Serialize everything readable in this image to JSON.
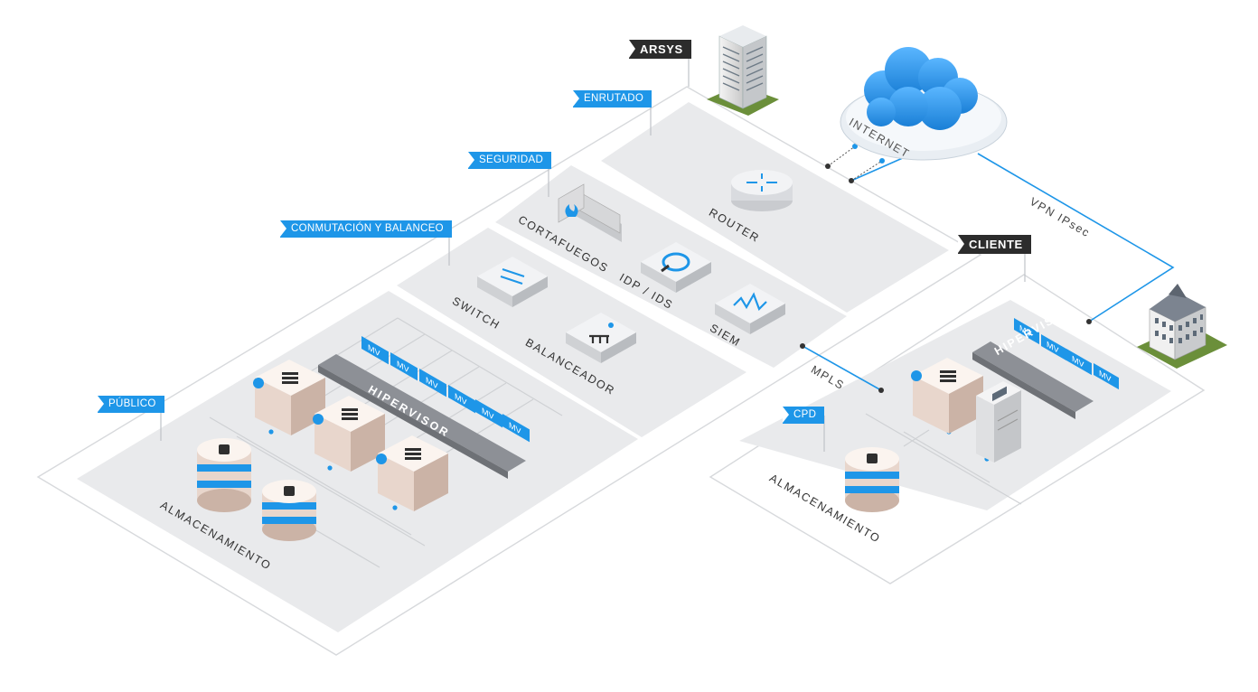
{
  "flags": {
    "arsys": "ARSYS",
    "enrutado": "ENRUTADO",
    "seguridad": "SEGURIDAD",
    "conmutacion": "CONMUTACIÓN Y BALANCEO",
    "publico": "PÚBLICO",
    "cliente": "CLIENTE",
    "cpd": "CPD"
  },
  "devices": {
    "router": "ROUTER",
    "cortafuegos": "CORTAFUEGOS",
    "idp": "IDP / IDS",
    "siem": "SIEM",
    "switch": "SWITCH",
    "balanceador": "BALANCEADOR",
    "hipervisor_main": "HIPERVISOR",
    "almacenamiento_main": "ALMACENAMIENTO",
    "hipervisor_cliente": "HIPERVISOR",
    "almacenamiento_cliente": "ALMACENAMIENTO"
  },
  "links": {
    "internet": "INTERNET",
    "vpn": "VPN IPsec",
    "mpls": "MPLS"
  },
  "vm_label": "MV",
  "colors": {
    "accent": "#1e96e8",
    "cloud": "#2b8fe0",
    "platform": "#eaebed",
    "tag_dark": "#2c2c2c"
  }
}
